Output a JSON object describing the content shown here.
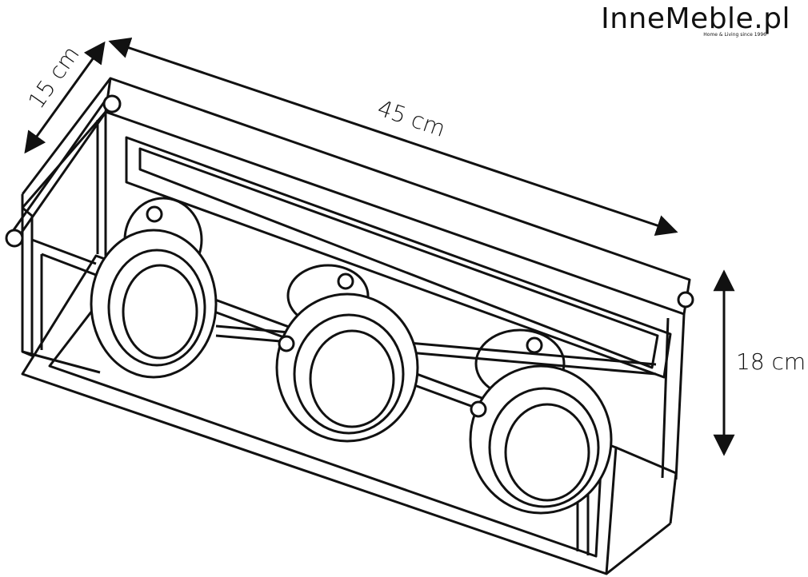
{
  "brand": {
    "name": "InneMeble.pl",
    "tagline": "Home & Living since 1996"
  },
  "dimensions": {
    "depth": "15 cm",
    "width": "45 cm",
    "height": "18 cm"
  },
  "colors": {
    "line": "#111111",
    "background": "#ffffff"
  }
}
